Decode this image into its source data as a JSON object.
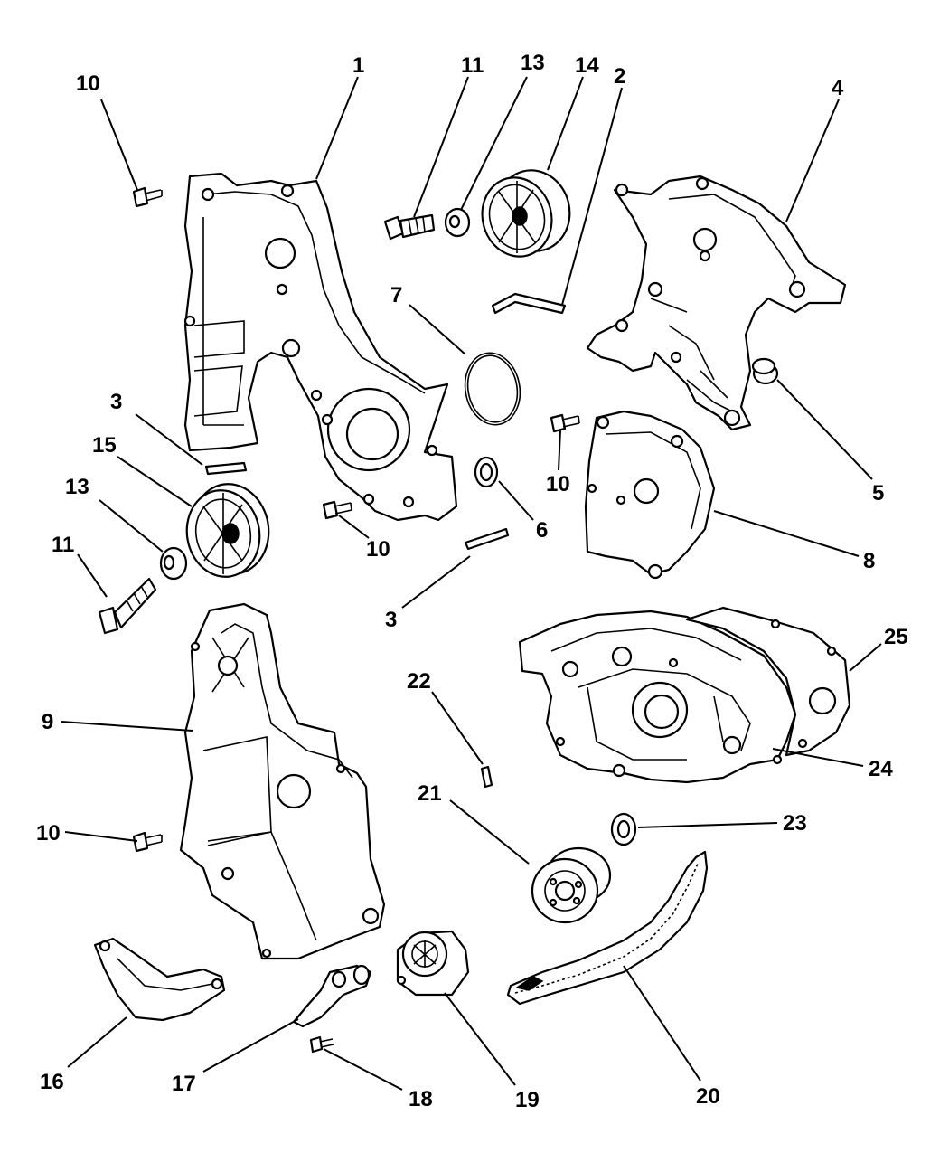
{
  "diagram": {
    "callouts": [
      {
        "id": "c1",
        "label": "1"
      },
      {
        "id": "c2",
        "label": "2"
      },
      {
        "id": "c3a",
        "label": "3"
      },
      {
        "id": "c3b",
        "label": "3"
      },
      {
        "id": "c4",
        "label": "4"
      },
      {
        "id": "c5",
        "label": "5"
      },
      {
        "id": "c6",
        "label": "6"
      },
      {
        "id": "c7",
        "label": "7"
      },
      {
        "id": "c8",
        "label": "8"
      },
      {
        "id": "c9",
        "label": "9"
      },
      {
        "id": "c10a",
        "label": "10"
      },
      {
        "id": "c10b",
        "label": "10"
      },
      {
        "id": "c10c",
        "label": "10"
      },
      {
        "id": "c10d",
        "label": "10"
      },
      {
        "id": "c11a",
        "label": "11"
      },
      {
        "id": "c11b",
        "label": "11"
      },
      {
        "id": "c13a",
        "label": "13"
      },
      {
        "id": "c13b",
        "label": "13"
      },
      {
        "id": "c14",
        "label": "14"
      },
      {
        "id": "c15",
        "label": "15"
      },
      {
        "id": "c16",
        "label": "16"
      },
      {
        "id": "c17",
        "label": "17"
      },
      {
        "id": "c18",
        "label": "18"
      },
      {
        "id": "c19",
        "label": "19"
      },
      {
        "id": "c20",
        "label": "20"
      },
      {
        "id": "c21",
        "label": "21"
      },
      {
        "id": "c22",
        "label": "22"
      },
      {
        "id": "c23",
        "label": "23"
      },
      {
        "id": "c24",
        "label": "24"
      },
      {
        "id": "c25",
        "label": "25"
      }
    ]
  }
}
